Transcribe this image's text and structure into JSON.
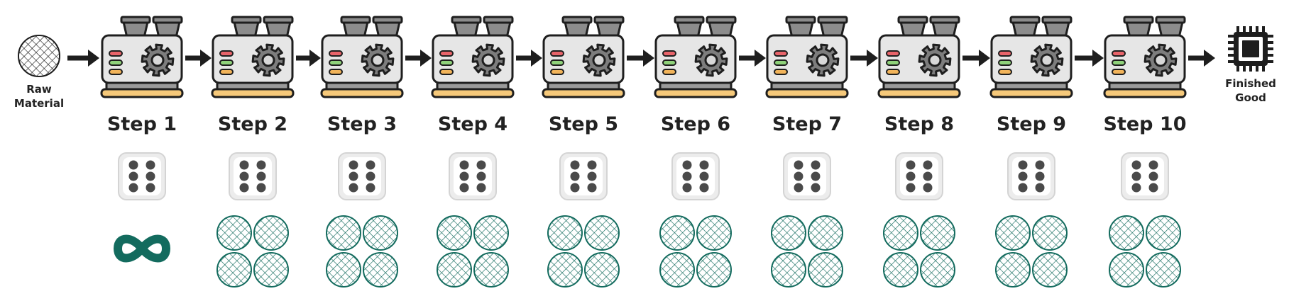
{
  "start": {
    "label": "Raw\nMaterial",
    "icon": "hatched-circle-icon"
  },
  "end": {
    "label": "Finished\nGood",
    "icon": "microchip-icon"
  },
  "steps": [
    {
      "label": "Step 1",
      "die": 6,
      "buffer": "infinite"
    },
    {
      "label": "Step 2",
      "die": 6,
      "buffer": 4
    },
    {
      "label": "Step 3",
      "die": 6,
      "buffer": 4
    },
    {
      "label": "Step 4",
      "die": 6,
      "buffer": 4
    },
    {
      "label": "Step 5",
      "die": 6,
      "buffer": 4
    },
    {
      "label": "Step 6",
      "die": 6,
      "buffer": 4
    },
    {
      "label": "Step 7",
      "die": 6,
      "buffer": 4
    },
    {
      "label": "Step 8",
      "die": 6,
      "buffer": 4
    },
    {
      "label": "Step 9",
      "die": 6,
      "buffer": 4
    },
    {
      "label": "Step 10",
      "die": 6,
      "buffer": 4
    }
  ],
  "colors": {
    "wip": "#136b5e",
    "machine_body": "#e6e6e6",
    "machine_top": "#8c8c8c",
    "base": "#f6c97a",
    "led_red": "#e8646a",
    "led_green": "#8fd27a",
    "led_orange": "#f2b45a",
    "die_face": "#ececec",
    "outline": "#1e1e1e"
  }
}
